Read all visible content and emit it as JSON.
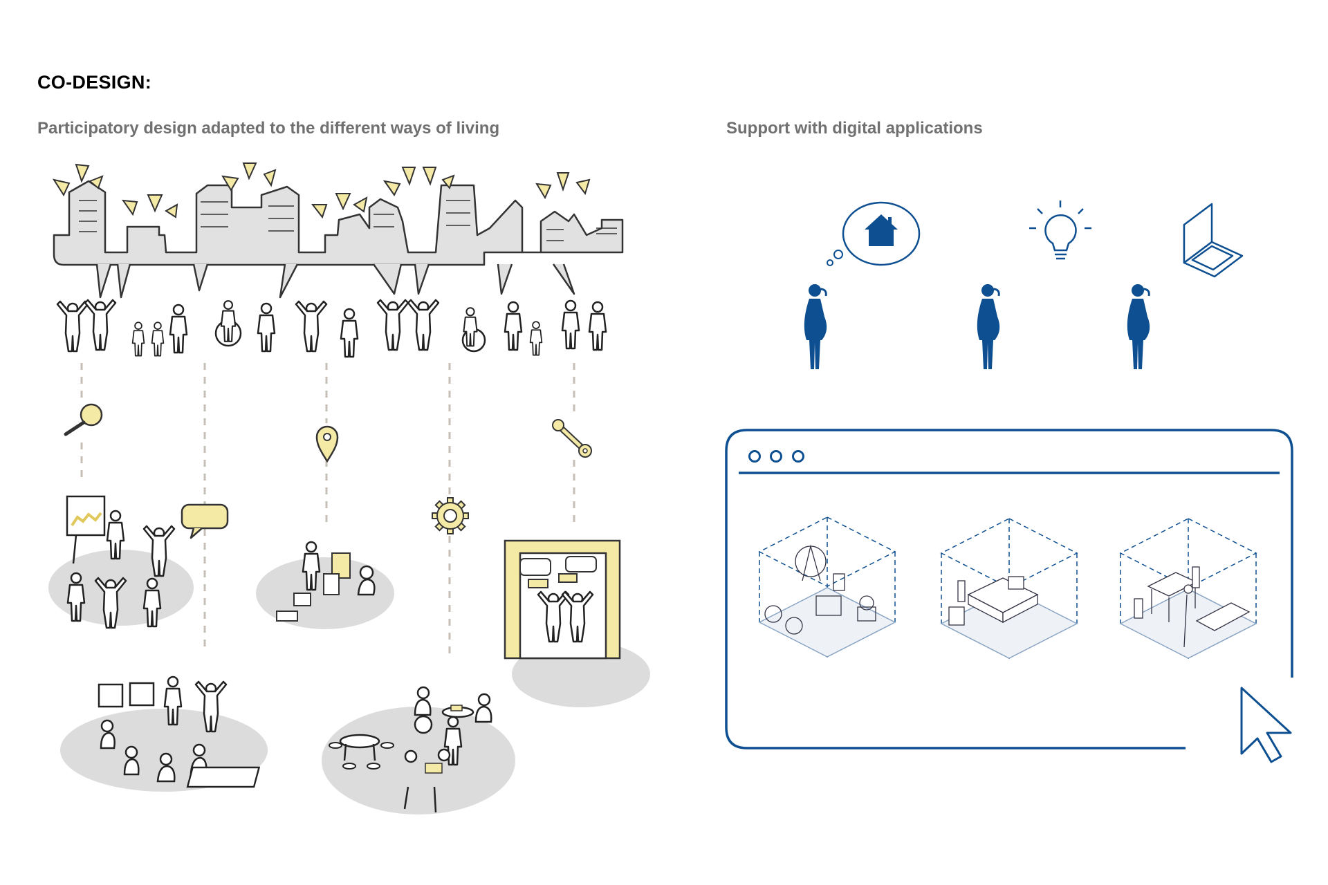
{
  "heading": "CO-DESIGN:",
  "left_section": {
    "subtitle": "Participatory design adapted to the different ways of living"
  },
  "right_section": {
    "subtitle": "Support with digital applications"
  },
  "colors": {
    "accent_yellow": "#f5e9a6",
    "accent_yellow_stroke": "#e0c85a",
    "blue": "#0d4f91",
    "blob_gray": "#dcdcdc",
    "line_gray": "#333333"
  },
  "icons": [
    "magnifier-icon",
    "location-pin-icon",
    "gear-icon",
    "wrench-icon",
    "speech-bubble-icon",
    "house-icon",
    "lightbulb-icon",
    "laptop-icon",
    "cursor-icon"
  ]
}
